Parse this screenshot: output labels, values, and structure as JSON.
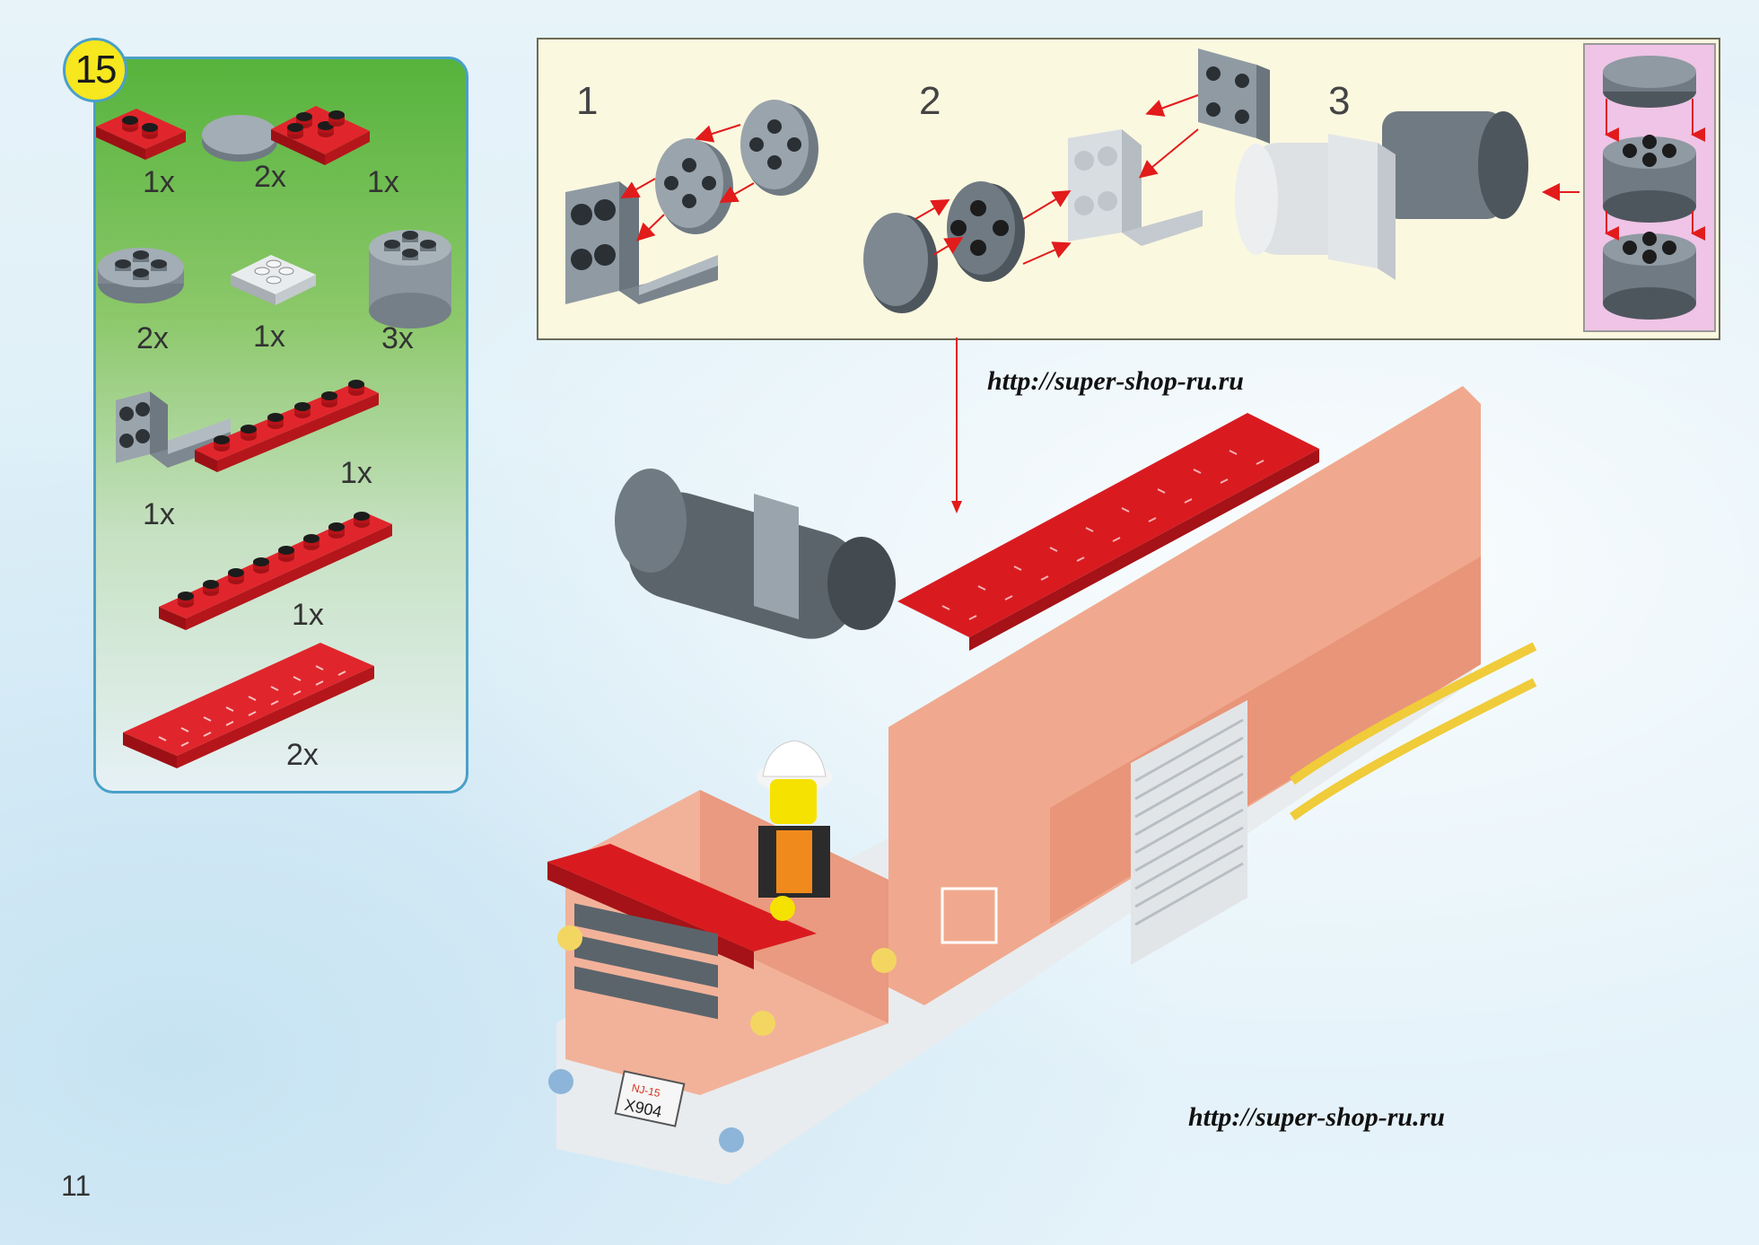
{
  "step": {
    "number": "15"
  },
  "parts": [
    {
      "id": "p1",
      "qty": "1x",
      "color": "#d7191f",
      "desc": "plate 1x2 red"
    },
    {
      "id": "p2",
      "qty": "2x",
      "color": "#8f9aa3",
      "desc": "round tile 2x2 grey"
    },
    {
      "id": "p3",
      "qty": "1x",
      "color": "#d7191f",
      "desc": "plate 2x2 red"
    },
    {
      "id": "p4",
      "qty": "2x",
      "color": "#8f9aa3",
      "desc": "round plate 2x2 grey"
    },
    {
      "id": "p5",
      "qty": "1x",
      "color": "#d4d7da",
      "desc": "plate 2x2 light grey"
    },
    {
      "id": "p6",
      "qty": "3x",
      "color": "#8f9aa3",
      "desc": "round brick 2x2 grey"
    },
    {
      "id": "p7",
      "qty": "1x",
      "color": "#8f9aa3",
      "desc": "bracket grey"
    },
    {
      "id": "p8",
      "qty": "1x",
      "color": "#d7191f",
      "desc": "plate 1x6 red"
    },
    {
      "id": "p9",
      "qty": "1x",
      "color": "#d7191f",
      "desc": "plate 1x8 red"
    },
    {
      "id": "p10",
      "qty": "2x",
      "color": "#d7191f",
      "desc": "tread plate red"
    }
  ],
  "sub_steps": [
    {
      "label": "1"
    },
    {
      "label": "2"
    },
    {
      "label": "3"
    }
  ],
  "watermarks": [
    "http://super-shop-ru.ru",
    "http://super-shop-ru.ru"
  ],
  "vehicle": {
    "plate_top": "NJ-15",
    "plate_bottom": "X904"
  },
  "page": {
    "number": "11"
  },
  "colors": {
    "red": "#d7191f",
    "grey": "#8f9aa3",
    "light_grey": "#d4d7da",
    "body": "#f2b7a0",
    "arrow": "#e21b1b",
    "badge": "#f6e71e",
    "frame": "#4aa0c8"
  }
}
